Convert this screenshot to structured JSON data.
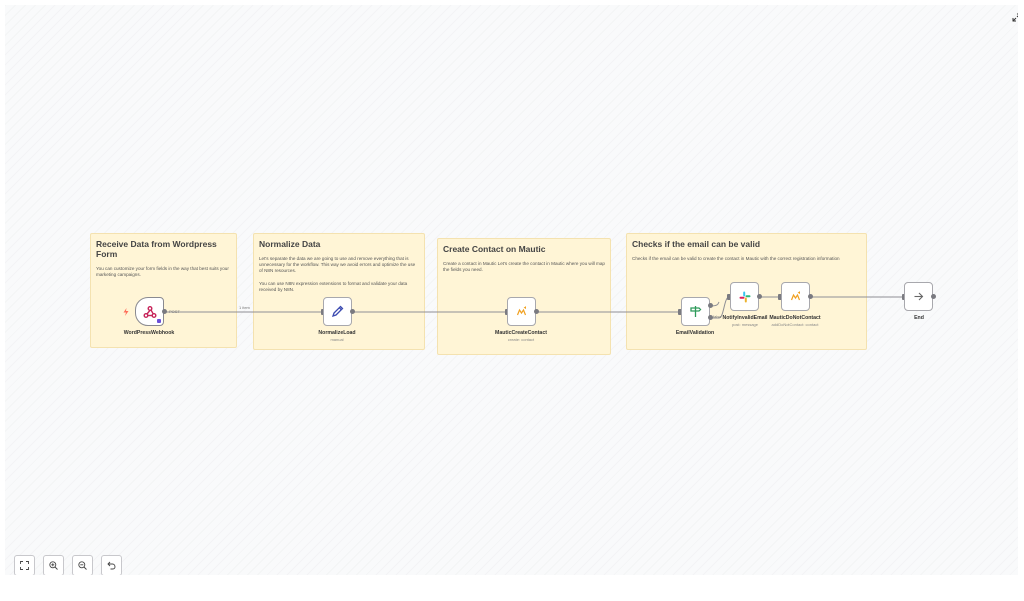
{
  "sticky_notes": [
    {
      "title": "Receive Data from Wordpress Form",
      "body": [
        "You can customize your form fields in the way that best suits your marketing campaigns."
      ]
    },
    {
      "title": "Normalize Data",
      "body": [
        "Let's separate the data we are going to use and remove everything that is unnecessary for the workflow. This way we avoid errors and optimize the use of N8N resources.",
        "You can use N8N expression extensions to format and validate your data received by N8N."
      ]
    },
    {
      "title": "Create Contact on Mautic",
      "body": [
        "Create a contact in Mautic Let's create the contact in Mautic where you will map the fields you need."
      ]
    },
    {
      "title": "Checks if the email can be valid",
      "body": [
        "Checks if the email can be valid to create the contact in Mautic with the correct registration information"
      ]
    }
  ],
  "nodes": [
    {
      "name": "WordPressWebhook",
      "subtitle": "",
      "icon": "webhook-icon"
    },
    {
      "name": "NormalizeLoad",
      "subtitle": "manual",
      "icon": "pencil-icon"
    },
    {
      "name": "MauticCreateContact",
      "subtitle": "create: contact",
      "icon": "mautic-icon"
    },
    {
      "name": "EmailValidation",
      "subtitle": "",
      "icon": "signpost-icon"
    },
    {
      "name": "NotifyInvalidEmail",
      "subtitle": "post: message",
      "icon": "slack-icon"
    },
    {
      "name": "MauticDoNotContact",
      "subtitle": "addDoNotContact: contact",
      "icon": "mautic-icon"
    },
    {
      "name": "End",
      "subtitle": "",
      "icon": "arrow-right-icon"
    }
  ],
  "edge_labels": {
    "webhook_out": "POST",
    "first_edge": "1 item",
    "validation_false": "false"
  },
  "controls": [
    {
      "name": "fit-view-button",
      "icon": "fit-view-icon"
    },
    {
      "name": "zoom-in-button",
      "icon": "zoom-in-icon"
    },
    {
      "name": "zoom-out-button",
      "icon": "zoom-out-icon"
    },
    {
      "name": "undo-button",
      "icon": "undo-icon"
    }
  ],
  "colors": {
    "sticky_bg": "#fff5d6",
    "mautic": "#f0a020",
    "webhook": "#c7245a",
    "pencil": "#3b4ab0",
    "switch": "#2d9a5a",
    "node_border": "#a8a8ad"
  }
}
